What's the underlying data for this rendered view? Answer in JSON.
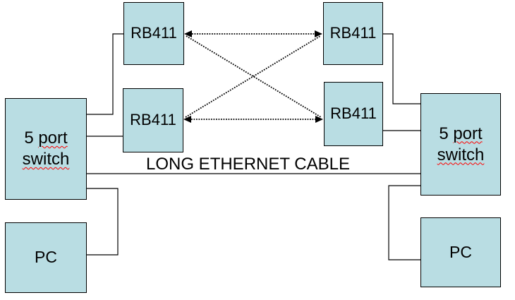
{
  "diagram_type": "network-topology",
  "colors": {
    "background": "#ffffff",
    "node_fill": "#b9dde3",
    "node_border": "#000000",
    "connector_line": "#000000",
    "spellcheck_squiggle": "#ff0000"
  },
  "nodes": {
    "rb411_top_left": {
      "label": "RB411"
    },
    "rb411_bottom_left": {
      "label": "RB411"
    },
    "rb411_top_right": {
      "label": "RB411"
    },
    "rb411_bottom_right": {
      "label": "RB411"
    },
    "switch_left": {
      "word1": "5 ",
      "word2": "port",
      "word3": "switch"
    },
    "switch_right": {
      "word1": "5 ",
      "word2": "port",
      "word3": "switch"
    },
    "pc_left": {
      "label": "PC"
    },
    "pc_right": {
      "label": "PC"
    }
  },
  "labels": {
    "ethernet_cable": "LONG ETHERNET CABLE"
  }
}
